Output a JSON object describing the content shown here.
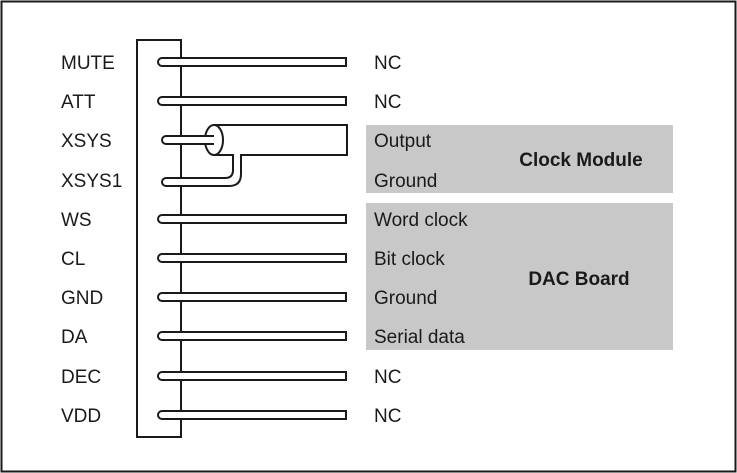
{
  "pins": [
    {
      "label": "MUTE",
      "target": "NC"
    },
    {
      "label": "ATT",
      "target": "NC"
    },
    {
      "label": "XSYS",
      "target": "Output"
    },
    {
      "label": "XSYS1",
      "target": "Ground"
    },
    {
      "label": "WS",
      "target": "Word clock"
    },
    {
      "label": "CL",
      "target": "Bit clock"
    },
    {
      "label": "GND",
      "target": "Ground"
    },
    {
      "label": "DA",
      "target": "Serial data"
    },
    {
      "label": "DEC",
      "target": "NC"
    },
    {
      "label": "VDD",
      "target": "NC"
    }
  ],
  "groups": [
    {
      "title": "Clock Module",
      "fill": "#c8c8c8"
    },
    {
      "title": "DAC Board",
      "fill": "#c8c8c8"
    }
  ],
  "colors": {
    "line": "#1a1a1a",
    "background": "#ffffff",
    "group_fill": "#c8c8c8"
  }
}
